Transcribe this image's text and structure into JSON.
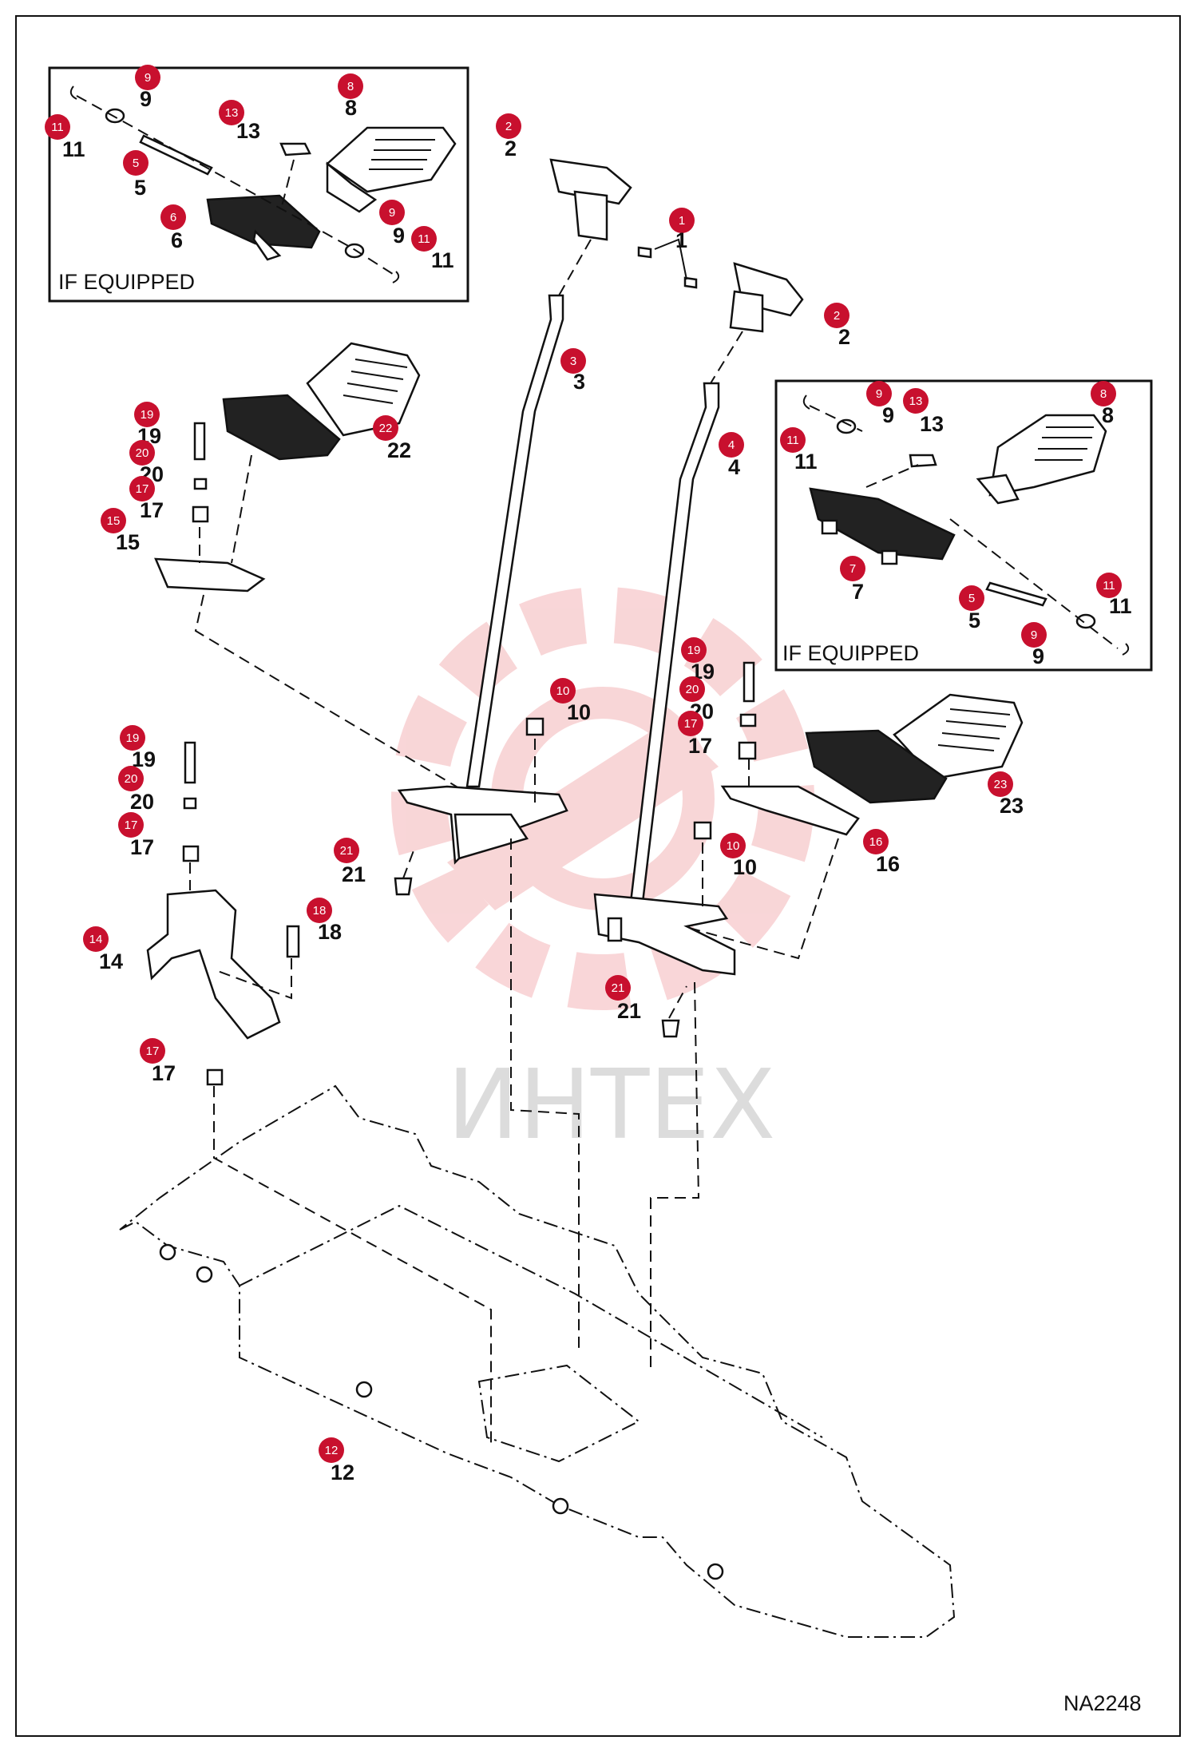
{
  "inset_top_left": {
    "note": "IF EQUIPPED"
  },
  "inset_right": {
    "note": "IF EQUIPPED"
  },
  "drawing_id": "NA2248",
  "watermark_text": "ИНТЕХ",
  "colors": {
    "badge": "#c8102e",
    "line": "#111111",
    "watermark": "#f4b5b8"
  },
  "callouts": [
    {
      "n": "9",
      "label": "9"
    },
    {
      "n": "8",
      "label": "8"
    },
    {
      "n": "11",
      "label": "11"
    },
    {
      "n": "13",
      "label": "13"
    },
    {
      "n": "5",
      "label": "5"
    },
    {
      "n": "6",
      "label": "6"
    },
    {
      "n": "9",
      "label": "9"
    },
    {
      "n": "11",
      "label": "11"
    },
    {
      "n": "2",
      "label": "2"
    },
    {
      "n": "1",
      "label": "1"
    },
    {
      "n": "2",
      "label": "2"
    },
    {
      "n": "3",
      "label": "3"
    },
    {
      "n": "9",
      "label": "9"
    },
    {
      "n": "13",
      "label": "13"
    },
    {
      "n": "8",
      "label": "8"
    },
    {
      "n": "11",
      "label": "11"
    },
    {
      "n": "4",
      "label": "4"
    },
    {
      "n": "22",
      "label": "22"
    },
    {
      "n": "19",
      "label": "19"
    },
    {
      "n": "20",
      "label": "20"
    },
    {
      "n": "17",
      "label": "17"
    },
    {
      "n": "15",
      "label": "15"
    },
    {
      "n": "7",
      "label": "7"
    },
    {
      "n": "5",
      "label": "5"
    },
    {
      "n": "11",
      "label": "11"
    },
    {
      "n": "9",
      "label": "9"
    },
    {
      "n": "19",
      "label": "19"
    },
    {
      "n": "20",
      "label": "20"
    },
    {
      "n": "17",
      "label": "17"
    },
    {
      "n": "10",
      "label": "10"
    },
    {
      "n": "19",
      "label": "19"
    },
    {
      "n": "20",
      "label": "20"
    },
    {
      "n": "17",
      "label": "17"
    },
    {
      "n": "23",
      "label": "23"
    },
    {
      "n": "21",
      "label": "21"
    },
    {
      "n": "10",
      "label": "10"
    },
    {
      "n": "16",
      "label": "16"
    },
    {
      "n": "18",
      "label": "18"
    },
    {
      "n": "14",
      "label": "14"
    },
    {
      "n": "21",
      "label": "21"
    },
    {
      "n": "17",
      "label": "17"
    },
    {
      "n": "12",
      "label": "12"
    }
  ]
}
